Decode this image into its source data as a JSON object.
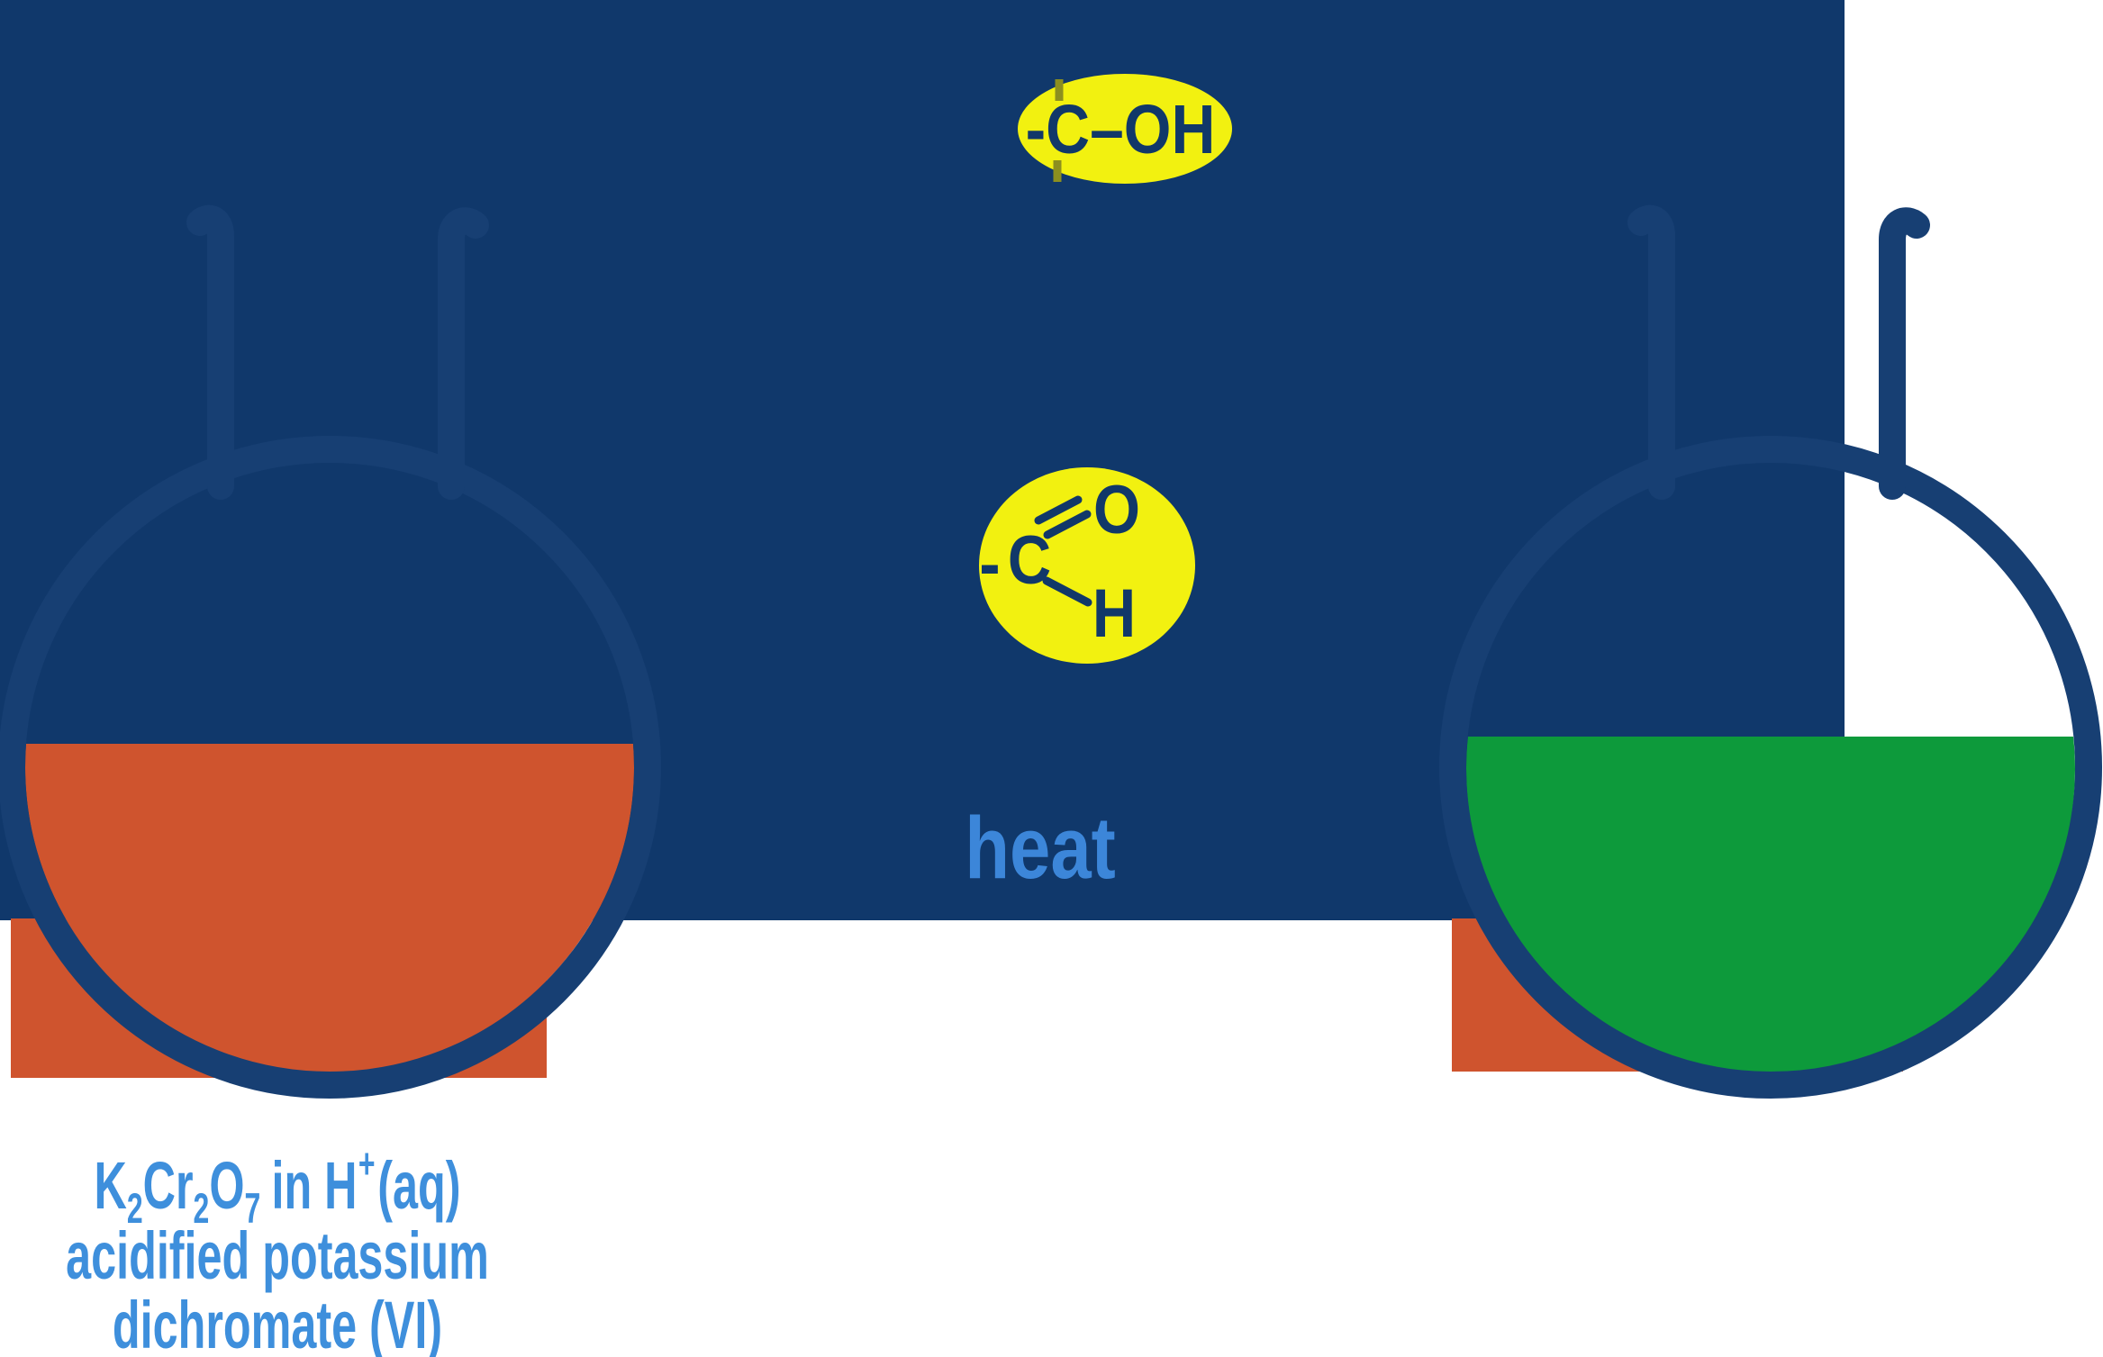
{
  "colors": {
    "page_bg": "#FFFFFF",
    "panel": "#10386B",
    "flask_outline": "#173F73",
    "dichromate_orange": "#CF542E",
    "chromium_green": "#0D9A3B",
    "highlight_yellow": "#F2F110",
    "formula_navy": "#113869",
    "heat_blue": "#3C86D9",
    "caption_blue": "#3E8FDC",
    "bond_stub_olive": "#8C8F1F"
  },
  "labels": {
    "alcohol_group": "-C–OH",
    "aldehyde_bond_dash": "-",
    "aldehyde_carbon": "C",
    "aldehyde_oxygen": "O",
    "aldehyde_hydrogen": "H",
    "heat": "heat"
  },
  "caption": {
    "k": "K",
    "k_sub": "2",
    "cr": "Cr",
    "cr_sub": "2",
    "o": "O",
    "o_sub": "7",
    "in_h": "in H",
    "plus": "+",
    "aq": "(aq)",
    "line2": "acidified potassium",
    "line3": "dichromate (VI)"
  }
}
